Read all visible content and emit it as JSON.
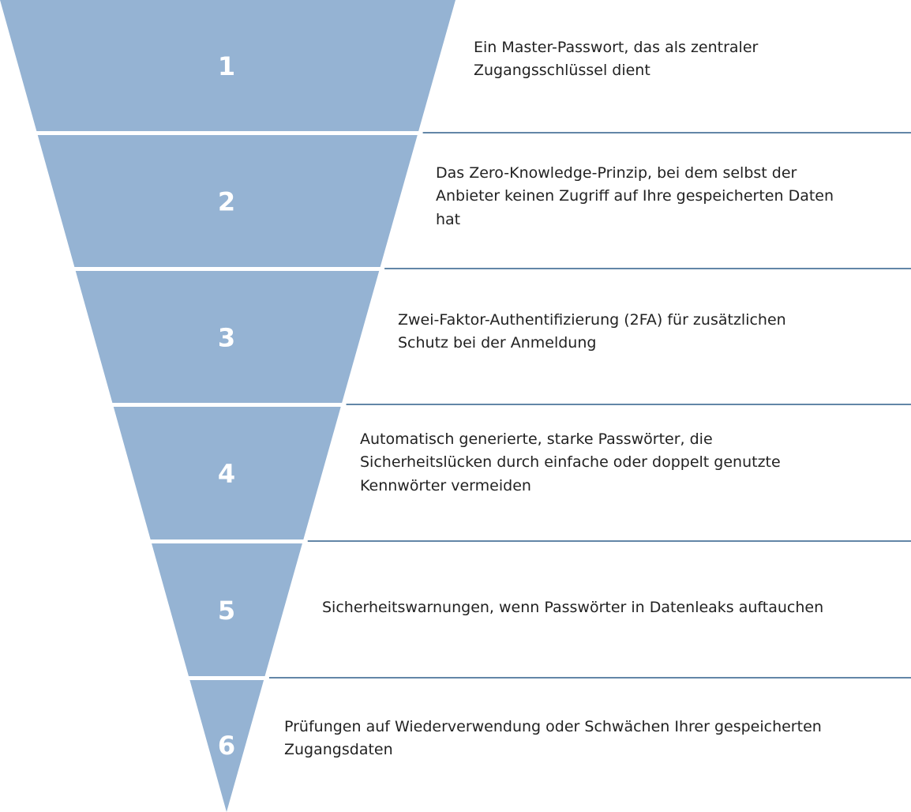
{
  "colors": {
    "segment_fill": "#95b3d3",
    "divider_line": "#2f5f8a",
    "number_text": "#ffffff",
    "body_text": "#222222"
  },
  "steps": [
    {
      "number": "1",
      "lines": [
        "Ein Master-Passwort,  das als zentraler",
        "Zugangsschlüssel dient"
      ]
    },
    {
      "number": "2",
      "lines": [
        "Das Zero-Knowledge-Prinzip, bei dem selbst der",
        "Anbieter keinen Zugriff auf Ihre gespeicherten Daten",
        "hat"
      ]
    },
    {
      "number": "3",
      "lines": [
        "Zwei-Faktor-Authentifizierung (2FA) für zusätzlichen",
        "Schutz bei der Anmeldung"
      ]
    },
    {
      "number": "4",
      "lines": [
        "Automatisch generierte, starke Passwörter, die",
        "Sicherheitslücken durch einfache oder doppelt genutzte",
        "Kennwörter vermeiden"
      ]
    },
    {
      "number": "5",
      "lines": [
        "Sicherheitswarnungen, wenn Passwörter in Datenleaks auftauchen"
      ]
    },
    {
      "number": "6",
      "lines": [
        "Prüfungen auf Wiederverwendung oder Schwächen Ihrer gespeicherten",
        "Zugangsdaten"
      ]
    }
  ]
}
